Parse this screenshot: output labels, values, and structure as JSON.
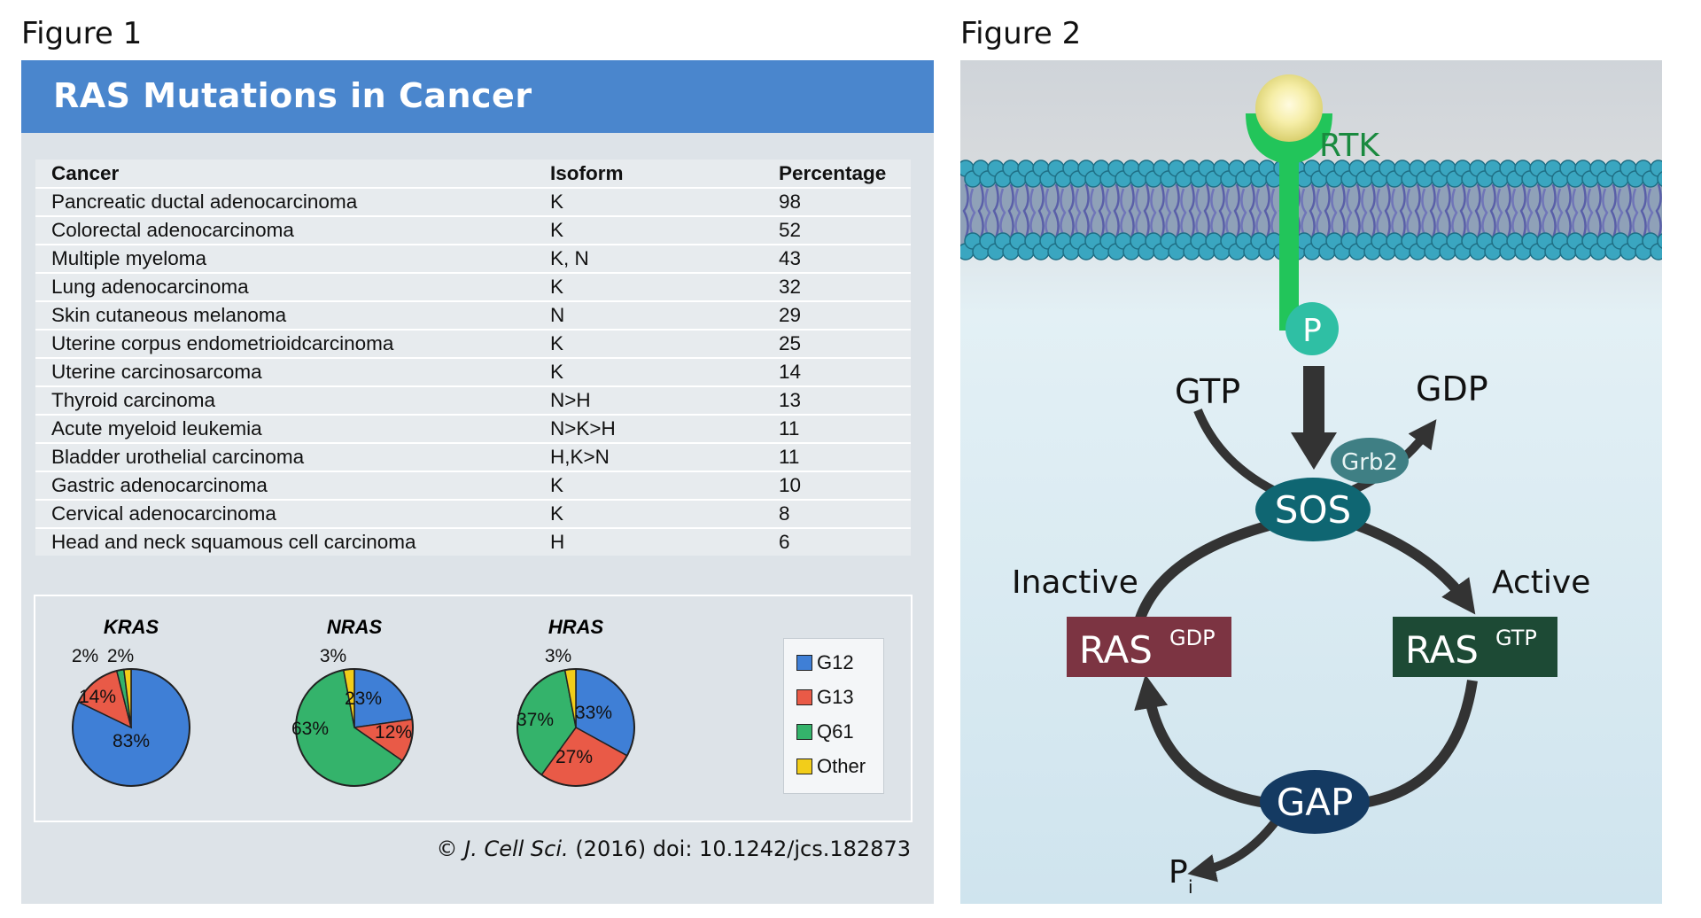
{
  "figure1": {
    "label": "Figure 1",
    "title": "RAS Mutations in Cancer",
    "table": {
      "headers": [
        "Cancer",
        "Isoform",
        "Percentage"
      ],
      "rows": [
        [
          "Pancreatic ductal adenocarcinoma",
          "K",
          "98"
        ],
        [
          "Colorectal adenocarcinoma",
          "K",
          "52"
        ],
        [
          "Multiple myeloma",
          "K, N",
          "43"
        ],
        [
          "Lung adenocarcinoma",
          "K",
          "32"
        ],
        [
          "Skin cutaneous melanoma",
          "N",
          "29"
        ],
        [
          "Uterine corpus endometrioidcarcinoma",
          "K",
          "25"
        ],
        [
          "Uterine carcinosarcoma",
          "K",
          "14"
        ],
        [
          "Thyroid carcinoma",
          "N>H",
          "13"
        ],
        [
          "Acute myeloid leukemia",
          "N>K>H",
          "11"
        ],
        [
          "Bladder urothelial carcinoma",
          "H,K>N",
          "11"
        ],
        [
          "Gastric adenocarcinoma",
          "K",
          "10"
        ],
        [
          "Cervical adenocarcinoma",
          "K",
          "8"
        ],
        [
          "Head and neck squamous cell carcinoma",
          "H",
          "6"
        ]
      ]
    },
    "citation": {
      "copyright": "©",
      "journal": "J. Cell Sci.",
      "rest": "(2016) doi: 10.1242/jcs.182873"
    }
  },
  "chart_data": {
    "type": "pie",
    "legend": [
      {
        "name": "G12",
        "color": "#3f7fd6"
      },
      {
        "name": "G13",
        "color": "#e95a47"
      },
      {
        "name": "Q61",
        "color": "#34b36b"
      },
      {
        "name": "Other",
        "color": "#f2cd1a"
      }
    ],
    "pies": [
      {
        "title": "KRAS",
        "slices": [
          {
            "name": "G12",
            "value": 83,
            "label": "83%"
          },
          {
            "name": "G13",
            "value": 14,
            "label": "14%"
          },
          {
            "name": "Q61",
            "value": 2,
            "label": "2%"
          },
          {
            "name": "Other",
            "value": 2,
            "label": "2%"
          }
        ]
      },
      {
        "title": "NRAS",
        "slices": [
          {
            "name": "G12",
            "value": 23,
            "label": "23%"
          },
          {
            "name": "G13",
            "value": 12,
            "label": "12%"
          },
          {
            "name": "Q61",
            "value": 63,
            "label": "63%"
          },
          {
            "name": "Other",
            "value": 3,
            "label": "3%"
          }
        ]
      },
      {
        "title": "HRAS",
        "slices": [
          {
            "name": "G12",
            "value": 33,
            "label": "33%"
          },
          {
            "name": "G13",
            "value": 27,
            "label": "27%"
          },
          {
            "name": "Q61",
            "value": 37,
            "label": "37%"
          },
          {
            "name": "Other",
            "value": 3,
            "label": "3%"
          }
        ]
      }
    ]
  },
  "figure2": {
    "label": "Figure 2",
    "rtk": "RTK",
    "phospho": "P",
    "gtp": "GTP",
    "gdp": "GDP",
    "grb2": "Grb2",
    "sos": "SOS",
    "inactive": "Inactive",
    "active": "Active",
    "ras_gdp": {
      "ras": "RAS",
      "sup": "GDP"
    },
    "ras_gtp": {
      "ras": "RAS",
      "sup": "GTP"
    },
    "gap": "GAP",
    "pi": {
      "main": "P",
      "sub": "i"
    },
    "colors": {
      "rtk": "#22c55a",
      "sos": "#0f6672",
      "grb2": "#3f7f84",
      "ras_gdp": "#7c3442",
      "ras_gtp": "#1d4a35",
      "gap": "#143a62",
      "lipid_head": "#3aa6c0"
    }
  }
}
